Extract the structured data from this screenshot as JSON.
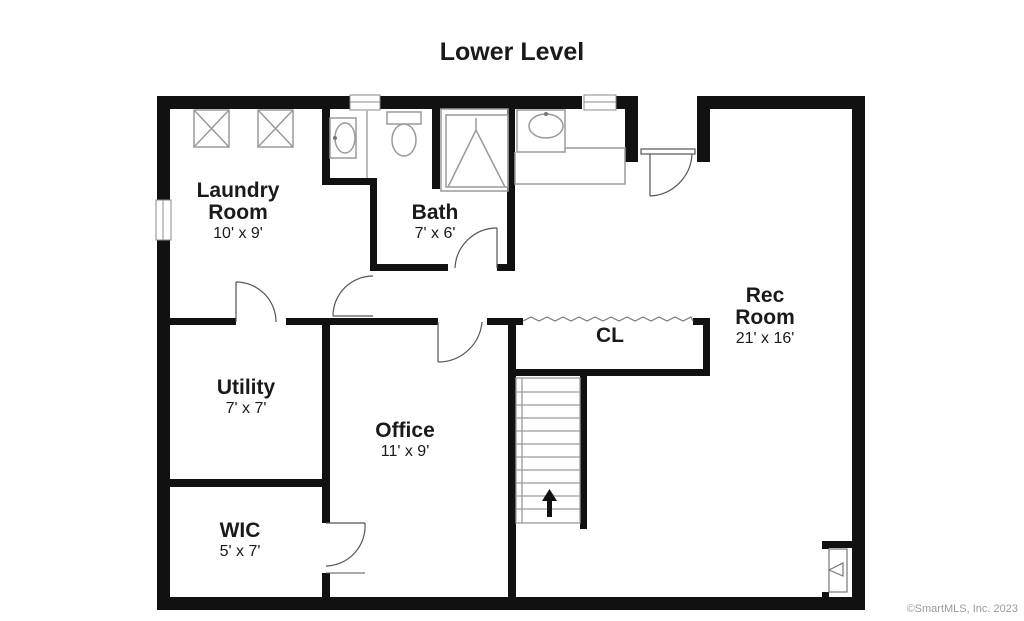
{
  "title": "Lower Level",
  "rooms": {
    "laundry": {
      "name_line1": "Laundry",
      "name_line2": "Room",
      "dims": "10' x 9'"
    },
    "bath": {
      "name": "Bath",
      "dims": "7' x 6'"
    },
    "rec": {
      "name_line1": "Rec",
      "name_line2": "Room",
      "dims": "21' x 16'"
    },
    "closet": {
      "name": "CL"
    },
    "utility": {
      "name": "Utility",
      "dims": "7' x 7'"
    },
    "office": {
      "name": "Office",
      "dims": "11' x 9'"
    },
    "wic": {
      "name": "WIC",
      "dims": "5' x 7'"
    }
  },
  "copyright": "©SmartMLS, Inc.  2023",
  "colors": {
    "wall": "#111111",
    "fixture": "#9a9a9a",
    "background": "#ffffff"
  }
}
